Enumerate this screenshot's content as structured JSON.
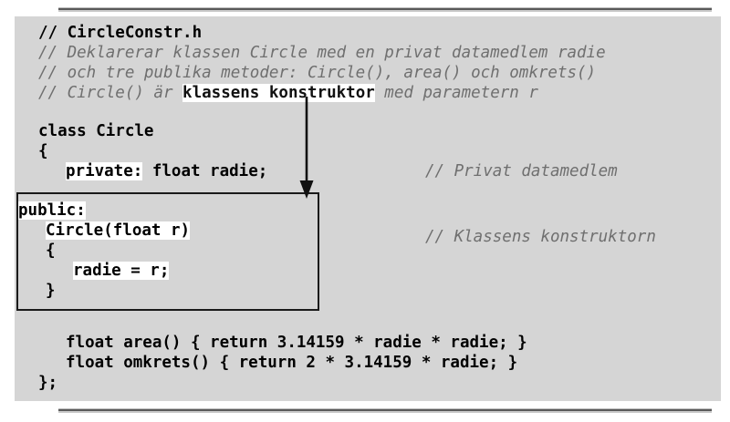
{
  "slide": {
    "background_color": "#ffffff",
    "panel_color": "#d5d5d5",
    "comment_color": "#6f6f6f",
    "code_color": "#000000",
    "highlight_color": "#ffffff",
    "rule_color": "#5a5a5a"
  },
  "code": {
    "line1_filename_comment": "// CircleConstr.h",
    "line2_comment_a": "// Deklarerar klassen Circle med en privat datamedlem radie",
    "line3_comment_b": "// och tre publika metoder: Circle(), area() och omkrets()",
    "line4_prefix": "// Circle() är ",
    "line4_emphasis": "klassens konstruktor",
    "line4_suffix": " med parametern r",
    "line5_class_decl": "class Circle",
    "line6_open_brace": "{",
    "line7_private_keyword": "private:",
    "line7_member_decl": " float radie;",
    "line7_side_comment": "// Privat datamedlem",
    "box_line1_public_keyword": "public:",
    "box_line2_ctor_signature": "Circle(float r)",
    "box_line3_open_brace": "{",
    "box_line4_assignment": "radie = r;",
    "box_line5_close_brace": "}",
    "box_side_comment": "// Klassens konstruktorn",
    "line13_area_method": "float area() { return 3.14159 * radie * radie; }",
    "line14_omkrets_method": "float omkrets() { return 2 * 3.14159 * radie; }",
    "line15_class_end": "};"
  },
  "annotations": {
    "arrow_label": "arrow pointing from klassens konstruktor to the constructor box"
  }
}
